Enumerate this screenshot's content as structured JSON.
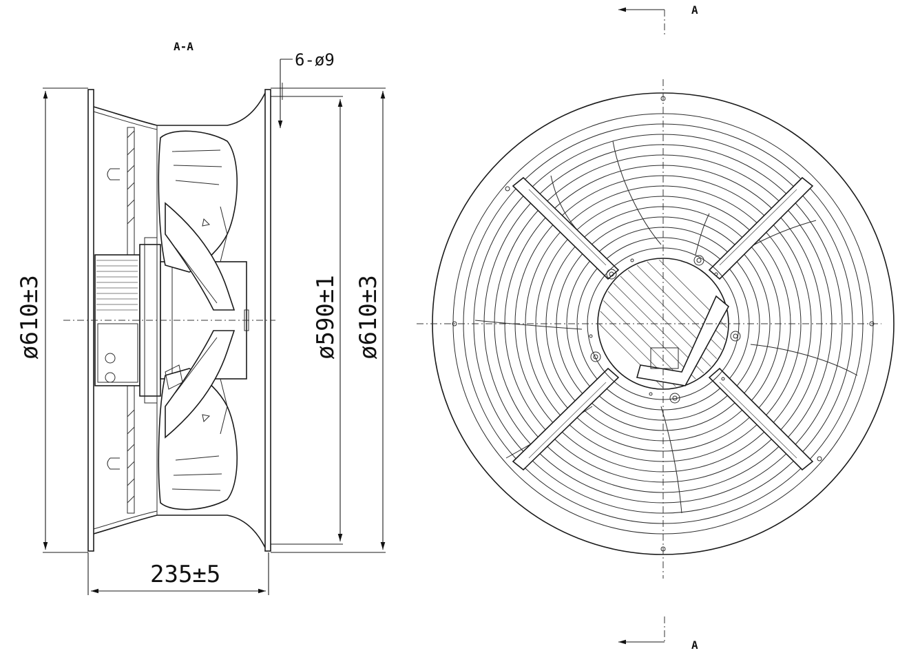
{
  "labels": {
    "section_title": "A-A",
    "mounting_holes": "6-ø9",
    "outer_dia_left": "ø610±3",
    "inner_dia": "ø590±1",
    "outer_dia_right": "ø610±3",
    "depth": "235±5",
    "section_mark_top": "A",
    "section_mark_bottom": "A"
  },
  "colors": {
    "line": "#1a1a1a",
    "background": "#ffffff"
  }
}
